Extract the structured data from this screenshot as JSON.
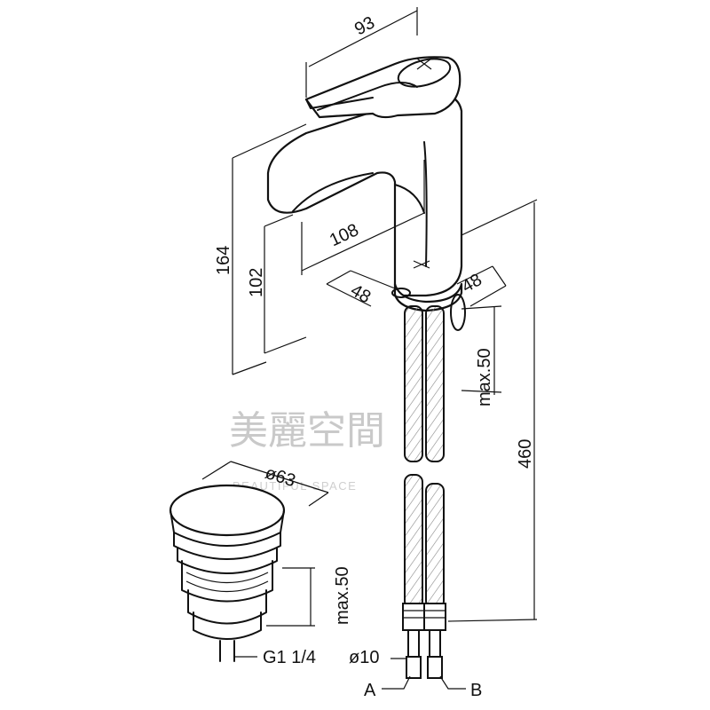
{
  "dimensions": {
    "lever_length": "93",
    "total_height": "164",
    "spout_clearance": "102",
    "spout_reach": "108",
    "base_left": "48",
    "base_right": "48",
    "max_thickness_tap": "max.50",
    "hose_length": "460",
    "waste_diameter": "ø63",
    "max_thickness_waste": "max.50",
    "waste_thread": "G1 1/4",
    "hose_diameter": "ø10"
  },
  "connections": {
    "left": "A",
    "right": "B"
  },
  "watermark": {
    "title": "美麗空間",
    "subtitle": "BEAUTIFUL SPACE"
  }
}
